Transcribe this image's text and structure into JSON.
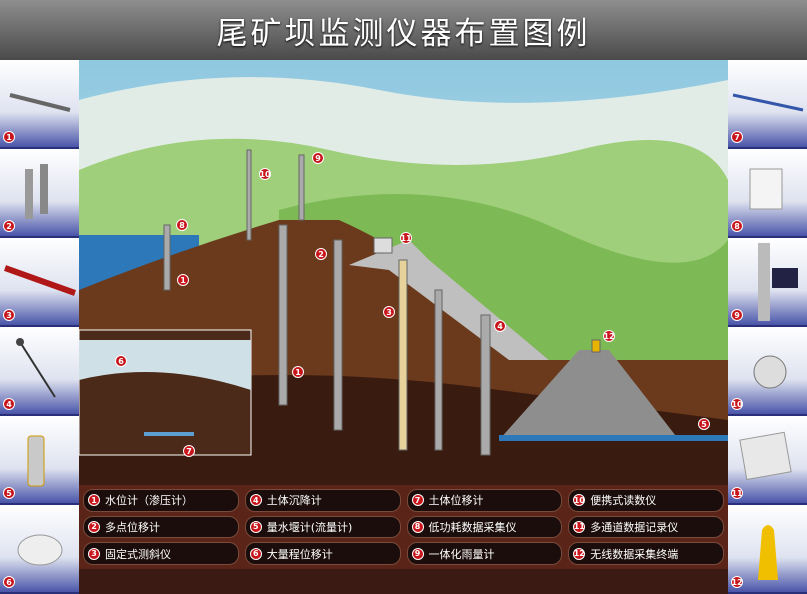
{
  "title": "尾矿坝监测仪器布置图例",
  "legend": [
    {
      "n": "1",
      "label": "水位计（渗压计）"
    },
    {
      "n": "2",
      "label": "多点位移计"
    },
    {
      "n": "3",
      "label": "固定式测斜仪"
    },
    {
      "n": "4",
      "label": "土体沉降计"
    },
    {
      "n": "5",
      "label": "量水堰计(流量计)"
    },
    {
      "n": "6",
      "label": "大量程位移计"
    },
    {
      "n": "7",
      "label": "土体位移计"
    },
    {
      "n": "8",
      "label": "低功耗数据采集仪"
    },
    {
      "n": "9",
      "label": "一体化雨量计"
    },
    {
      "n": "10",
      "label": "便携式读数仪"
    },
    {
      "n": "11",
      "label": "多通道数据记录仪"
    },
    {
      "n": "12",
      "label": "无线数据采集终端"
    }
  ],
  "left_tiles": [
    "1",
    "2",
    "3",
    "4",
    "5",
    "6"
  ],
  "right_tiles": [
    "7",
    "8",
    "9",
    "10",
    "11",
    "12"
  ],
  "colors": {
    "badge": "#c8151b",
    "legend_bg": "#5b2419",
    "side_blue": "#2a2f7a"
  }
}
